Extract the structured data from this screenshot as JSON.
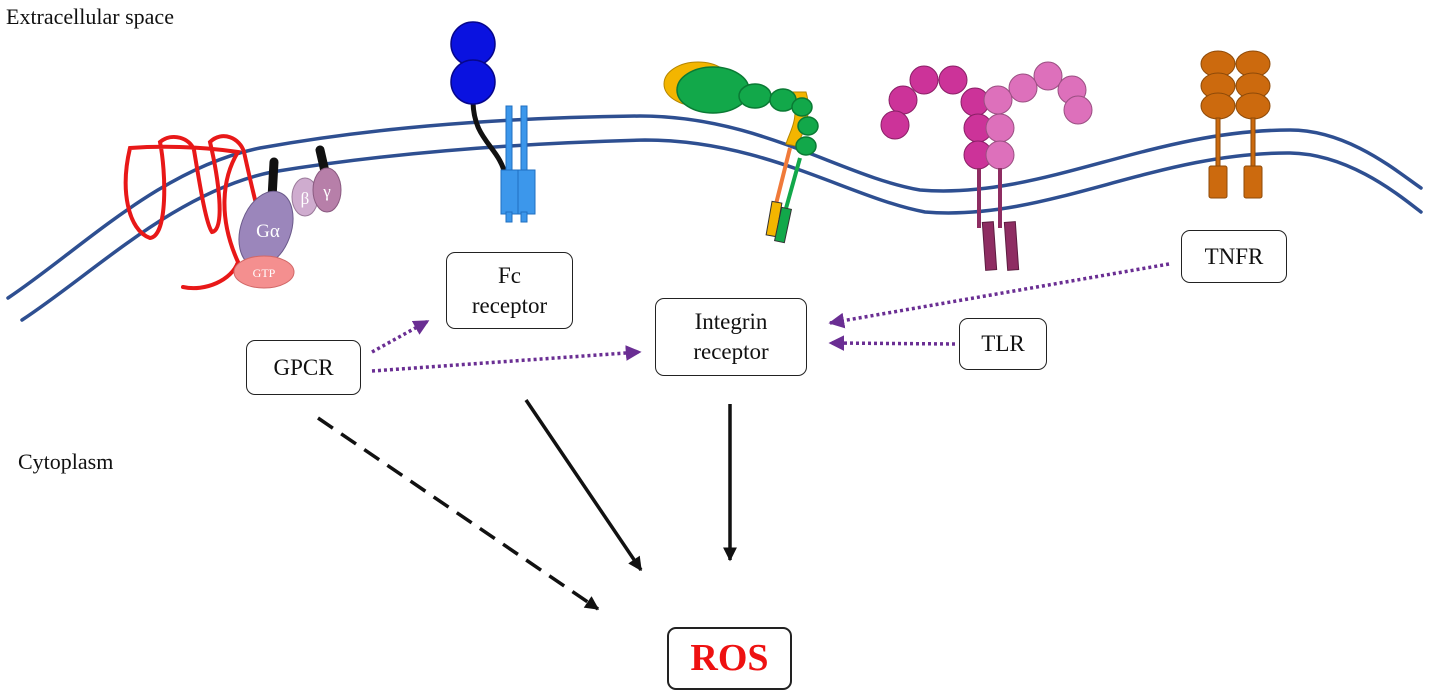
{
  "regions": {
    "extracellular": "Extracellular space",
    "cytoplasm": "Cytoplasm"
  },
  "receptors": {
    "fc": {
      "line1": "Fc",
      "line2": "receptor"
    },
    "gpcr": {
      "label": "GPCR"
    },
    "integrin": {
      "line1": "Integrin",
      "line2": "receptor"
    },
    "tnfr": {
      "label": "TNFR"
    },
    "tlr": {
      "label": "TLR"
    }
  },
  "gprotein": {
    "alpha": "Gα",
    "beta": "β",
    "gamma": "γ",
    "gtp": "GTP"
  },
  "output": {
    "label": "ROS"
  },
  "colors": {
    "membrane": "#2e4f91",
    "gpcr": "#e81818",
    "galpha": "#9b86bb",
    "gbeta": "#cfaccf",
    "ggamma": "#b77fa9",
    "gtp": "#f48f8f",
    "fc_head": "#0a12e0",
    "fc_receptor": "#3c97eb",
    "integrin_green": "#12a84a",
    "integrin_yellow": "#f3b500",
    "integrin_orange": "#f07a3a",
    "tlr_dark": "#cc3399",
    "tlr_light": "#dd70bb",
    "tlr_tail": "#8e2d62",
    "tnfr": "#cc6a0e",
    "crosstalk_arrow": "#6a2e93",
    "ros_text": "#ee1111"
  }
}
